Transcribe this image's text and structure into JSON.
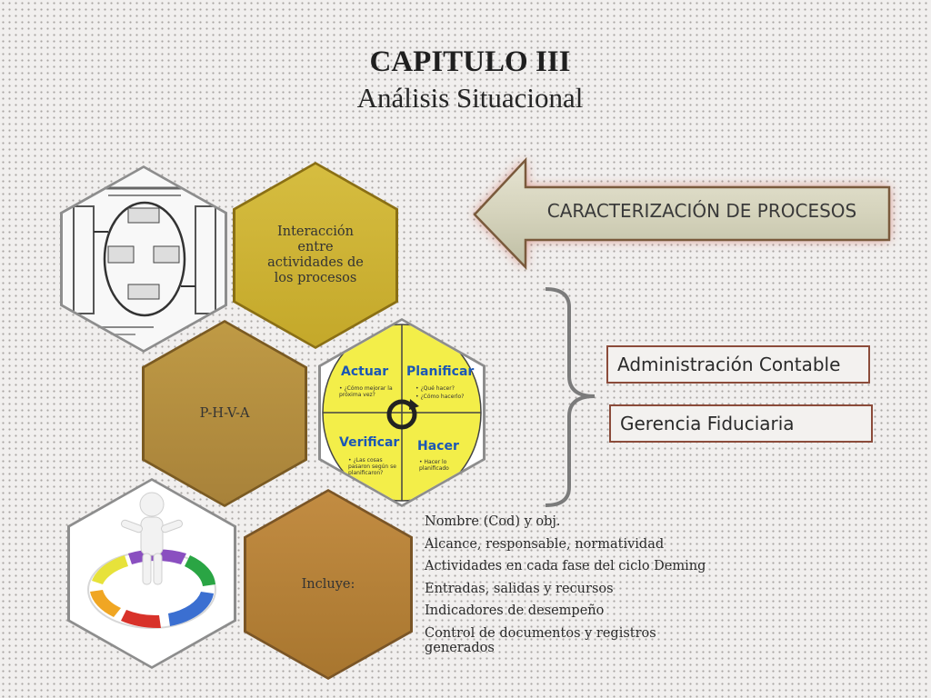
{
  "slide": {
    "title": "CAPITULO III",
    "subtitle": "Análisis Situacional"
  },
  "arrow": {
    "label": "CARACTERIZACIÓN DE PROCESOS"
  },
  "hexagons": {
    "interaction": "Interacción entre actividades de los procesos",
    "phva": "P-H-V-A",
    "includes": "Incluye:"
  },
  "pdca": {
    "act": "Actuar",
    "plan": "Planificar",
    "check": "Verificar",
    "do": "Hacer",
    "act_note": "• ¿Cómo mejorar la próxima vez?",
    "plan_note_1": "• ¿Qué hacer?",
    "plan_note_2": "• ¿Cómo hacerlo?",
    "check_note": "• ¿Las cosas pasaron según se planificaron?",
    "do_note": "• Hacer lo planificado"
  },
  "areas": [
    "Administración Contable",
    "Gerencia Fiduciaria"
  ],
  "includes_list": [
    "Nombre (Cod) y obj.",
    "Alcance, responsable, normatividad",
    "Actividades en cada fase del ciclo Deming",
    "Entradas, salidas y recursos",
    "Indicadores de desempeño",
    "Control de documentos y registros generados"
  ],
  "colors": {
    "olive_gold": "#c9ad2e",
    "brown_gold": "#b08a3a",
    "copper": "#b57f3a",
    "box_border": "#8b4b3a",
    "pdca_yellow": "#f3ee49",
    "pdca_blue": "#1b57b5"
  }
}
